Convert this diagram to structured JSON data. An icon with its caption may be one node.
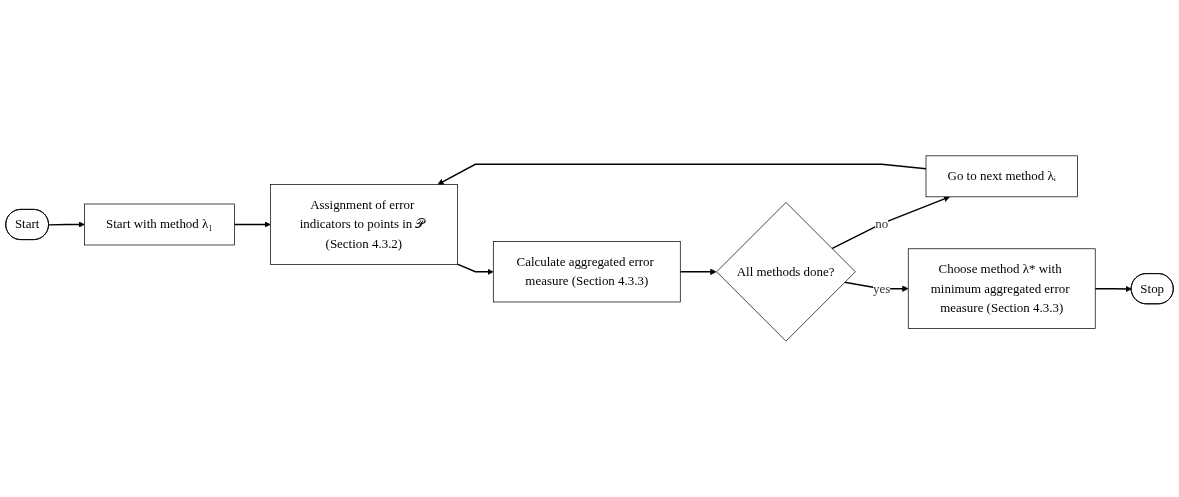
{
  "diagram": {
    "nodes": [
      {
        "text": [
          "Start"
        ]
      },
      {
        "text": [
          "Start with method λ₁"
        ]
      },
      {
        "text": [
          "Assignment of error indicators to points in 𝒫 (Section 4.3.2)"
        ]
      },
      {
        "text": [
          "Calculate aggregated error measure (Section 4.3.3)"
        ]
      },
      {
        "text": [
          "All methods done?"
        ]
      },
      {
        "text": [
          "Go to next method λᵢ"
        ]
      },
      {
        "text": [
          "Choose method λ* with minimum aggregated error measure (Section 4.3.3)"
        ]
      },
      {
        "text": [
          "Stop"
        ]
      }
    ],
    "edges": [
      {
        "from": 0,
        "to": 1,
        "arrow": "to"
      },
      {
        "from": 1,
        "to": 2,
        "arrow": "to"
      },
      {
        "from": 2,
        "to": 3,
        "arrow": "to"
      },
      {
        "from": 3,
        "to": 4,
        "arrow": "to"
      },
      {
        "from": 4,
        "to": 5,
        "label": "no",
        "arrow": "to"
      },
      {
        "from": 5,
        "to": 2,
        "arrow": "to"
      },
      {
        "from": 4,
        "to": 6,
        "label": "yes",
        "arrow": "to"
      },
      {
        "from": 6,
        "to": 7,
        "arrow": "to"
      }
    ]
  }
}
